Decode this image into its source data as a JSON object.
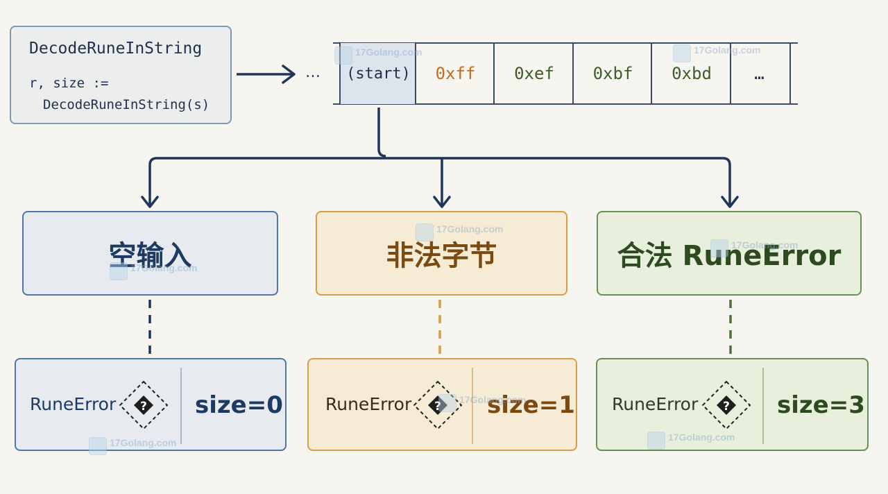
{
  "code_box": {
    "title": "DecodeRuneInString",
    "line1": "r, size :=",
    "line2": "DecodeRuneInString(s)"
  },
  "byte_strip": {
    "leading": "…",
    "cells": [
      "(start)",
      "0xff",
      "0xef",
      "0xbf",
      "0xbd",
      "…"
    ]
  },
  "cases": [
    {
      "title": "空输入",
      "result_label": "RuneError",
      "size": "size=0",
      "color": "#4f76a4"
    },
    {
      "title": "非法字节",
      "result_label": "RuneError",
      "size": "size=1",
      "color": "#d49f45"
    },
    {
      "title": "合法 RuneError",
      "result_label": "RuneError",
      "size": "size=3",
      "color": "#6a8f55"
    }
  ],
  "watermark": {
    "text": "17Golang.com"
  },
  "icons": {
    "replacement_char": "?",
    "watermark_logo": "golang-logo-icon"
  }
}
